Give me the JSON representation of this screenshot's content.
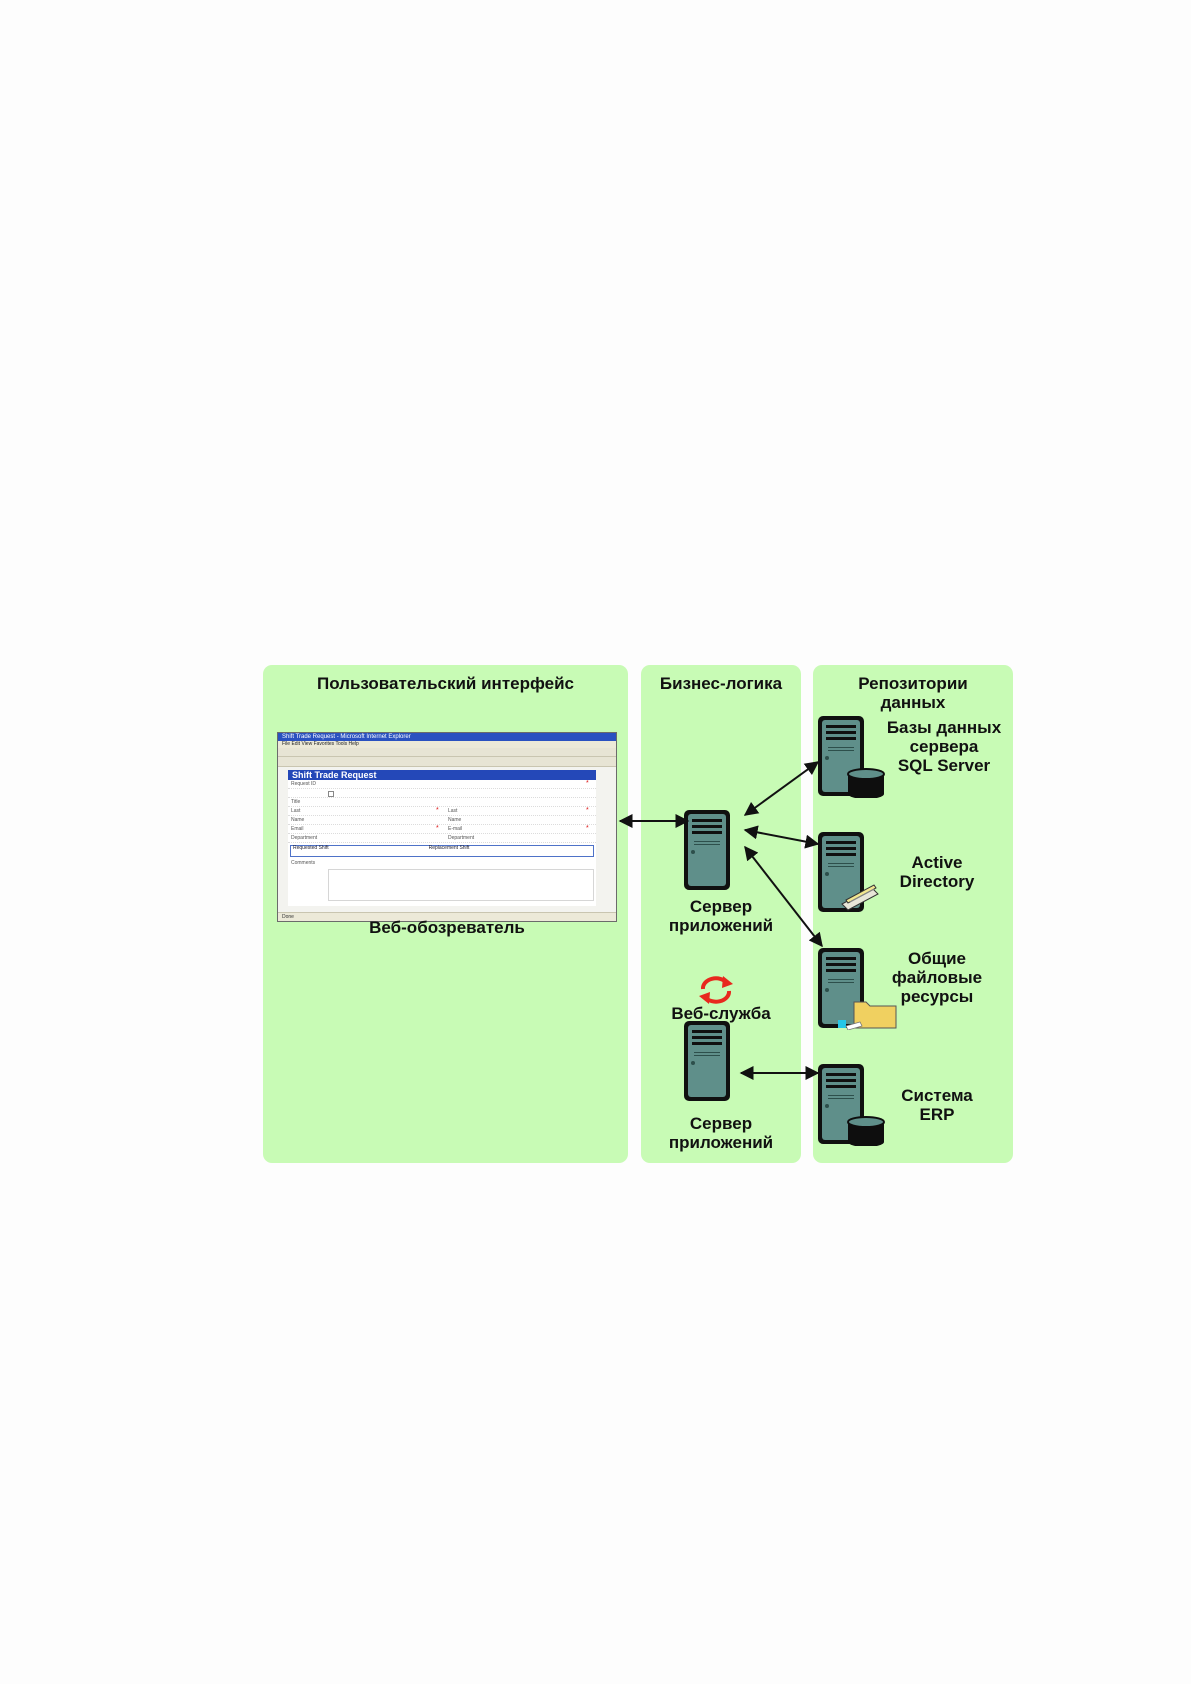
{
  "panels": {
    "ui_title": "Пользовательский интерфейс",
    "biz_title": "Бизнес-логика",
    "repo_title": "Репозитории\nданных"
  },
  "browser": {
    "caption": "Веб-обозреватель",
    "window_title": "Shift Trade Request - Microsoft Internet Explorer",
    "menu": "File   Edit   View   Favorites   Tools   Help",
    "form_title": "Shift Trade Request",
    "rows": [
      {
        "left": "Request ID",
        "right": ""
      },
      {
        "left": "",
        "right": ""
      },
      {
        "left": "Title",
        "right": ""
      },
      {
        "left": "Last",
        "right": "Last"
      },
      {
        "left": "Name",
        "right": "Name"
      },
      {
        "left": "Email",
        "right": "E-mail"
      },
      {
        "left": "Department",
        "right": "Department"
      }
    ],
    "requested_shift": "Requested Shift",
    "replacement_shift": "Replacement Shift",
    "comments_label": "Comments",
    "status": "Done"
  },
  "nodes": {
    "app_server_top": "Сервер\nприложений",
    "web_service": "Веб-служба",
    "app_server_bottom": "Сервер\nприложений",
    "sql": "Базы данных\nсервера\nSQL Server",
    "ad": "Active\nDirectory",
    "files": "Общие\nфайловые\nресурсы",
    "erp": "Система\nERP"
  },
  "colors": {
    "panel": "#c8fbb5",
    "server_body": "#5f8f8a",
    "arrow": "#111111",
    "refresh_icon": "#e8281e"
  }
}
